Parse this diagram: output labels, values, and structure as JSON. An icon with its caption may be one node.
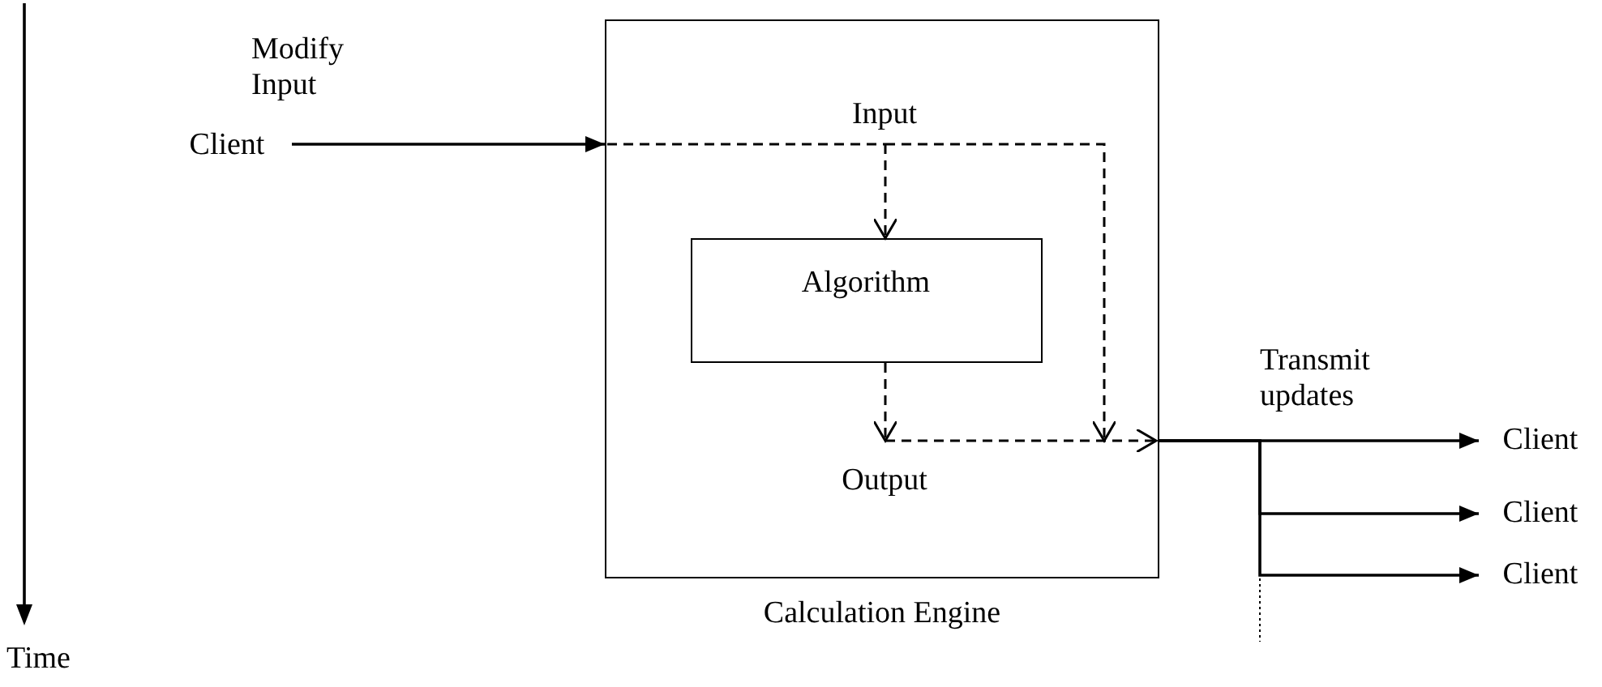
{
  "diagram": {
    "nodes": [
      {
        "text": [
          "Client"
        ]
      },
      {
        "text": [
          "Calculation Engine"
        ]
      },
      {
        "text": [
          "Input"
        ],
        "in": 1
      },
      {
        "text": [
          "Algorithm"
        ],
        "in": 1
      },
      {
        "text": [
          "Output"
        ],
        "in": 1
      },
      {
        "text": [
          "Client"
        ]
      },
      {
        "text": [
          "Client"
        ]
      },
      {
        "text": [
          "Client"
        ]
      }
    ],
    "edges": [
      {
        "from": 0,
        "to": 1,
        "arrow": "to",
        "label": "Modify Input"
      },
      {
        "from": null,
        "to": 2,
        "arrow": "none",
        "style": "dashed"
      },
      {
        "from": 2,
        "to": 3,
        "arrow": "to",
        "style": "dashed"
      },
      {
        "from": 2,
        "to": null,
        "arrow": "to",
        "style": "dashed"
      },
      {
        "from": 3,
        "to": 4,
        "arrow": "to",
        "style": "dashed"
      },
      {
        "from": 4,
        "to": null,
        "arrow": "to",
        "style": "dashed"
      },
      {
        "from": 1,
        "to": 5,
        "arrow": "to",
        "label": "Transmit updates"
      },
      {
        "from": 1,
        "to": 6,
        "arrow": "to"
      },
      {
        "from": 1,
        "to": 7,
        "arrow": "to"
      }
    ],
    "labels": [
      "Time"
    ]
  }
}
